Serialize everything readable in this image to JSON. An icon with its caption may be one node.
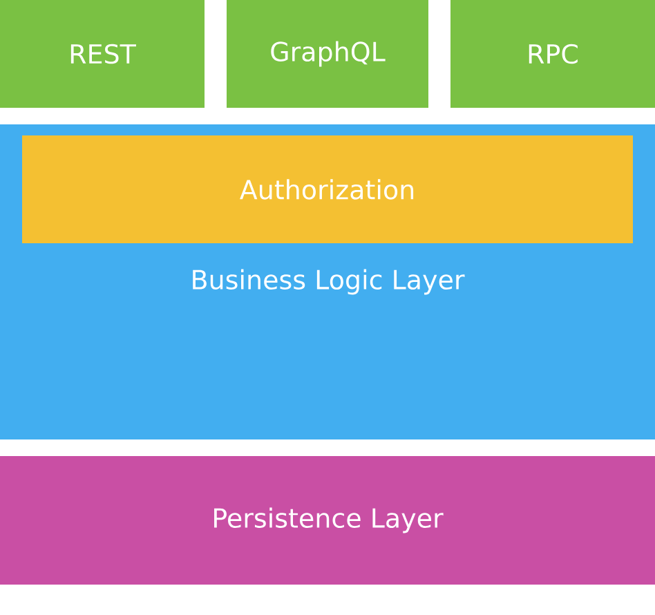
{
  "diagram": {
    "nodes": [
      {
        "text": [
          "REST"
        ]
      },
      {
        "text": [
          "GraphQL"
        ]
      },
      {
        "text": [
          "RPC"
        ]
      },
      {
        "text": [
          "Business Logic Layer"
        ]
      },
      {
        "text": [
          "Authorization"
        ],
        "in": 3
      },
      {
        "text": [
          "Persistence Layer"
        ]
      }
    ]
  }
}
